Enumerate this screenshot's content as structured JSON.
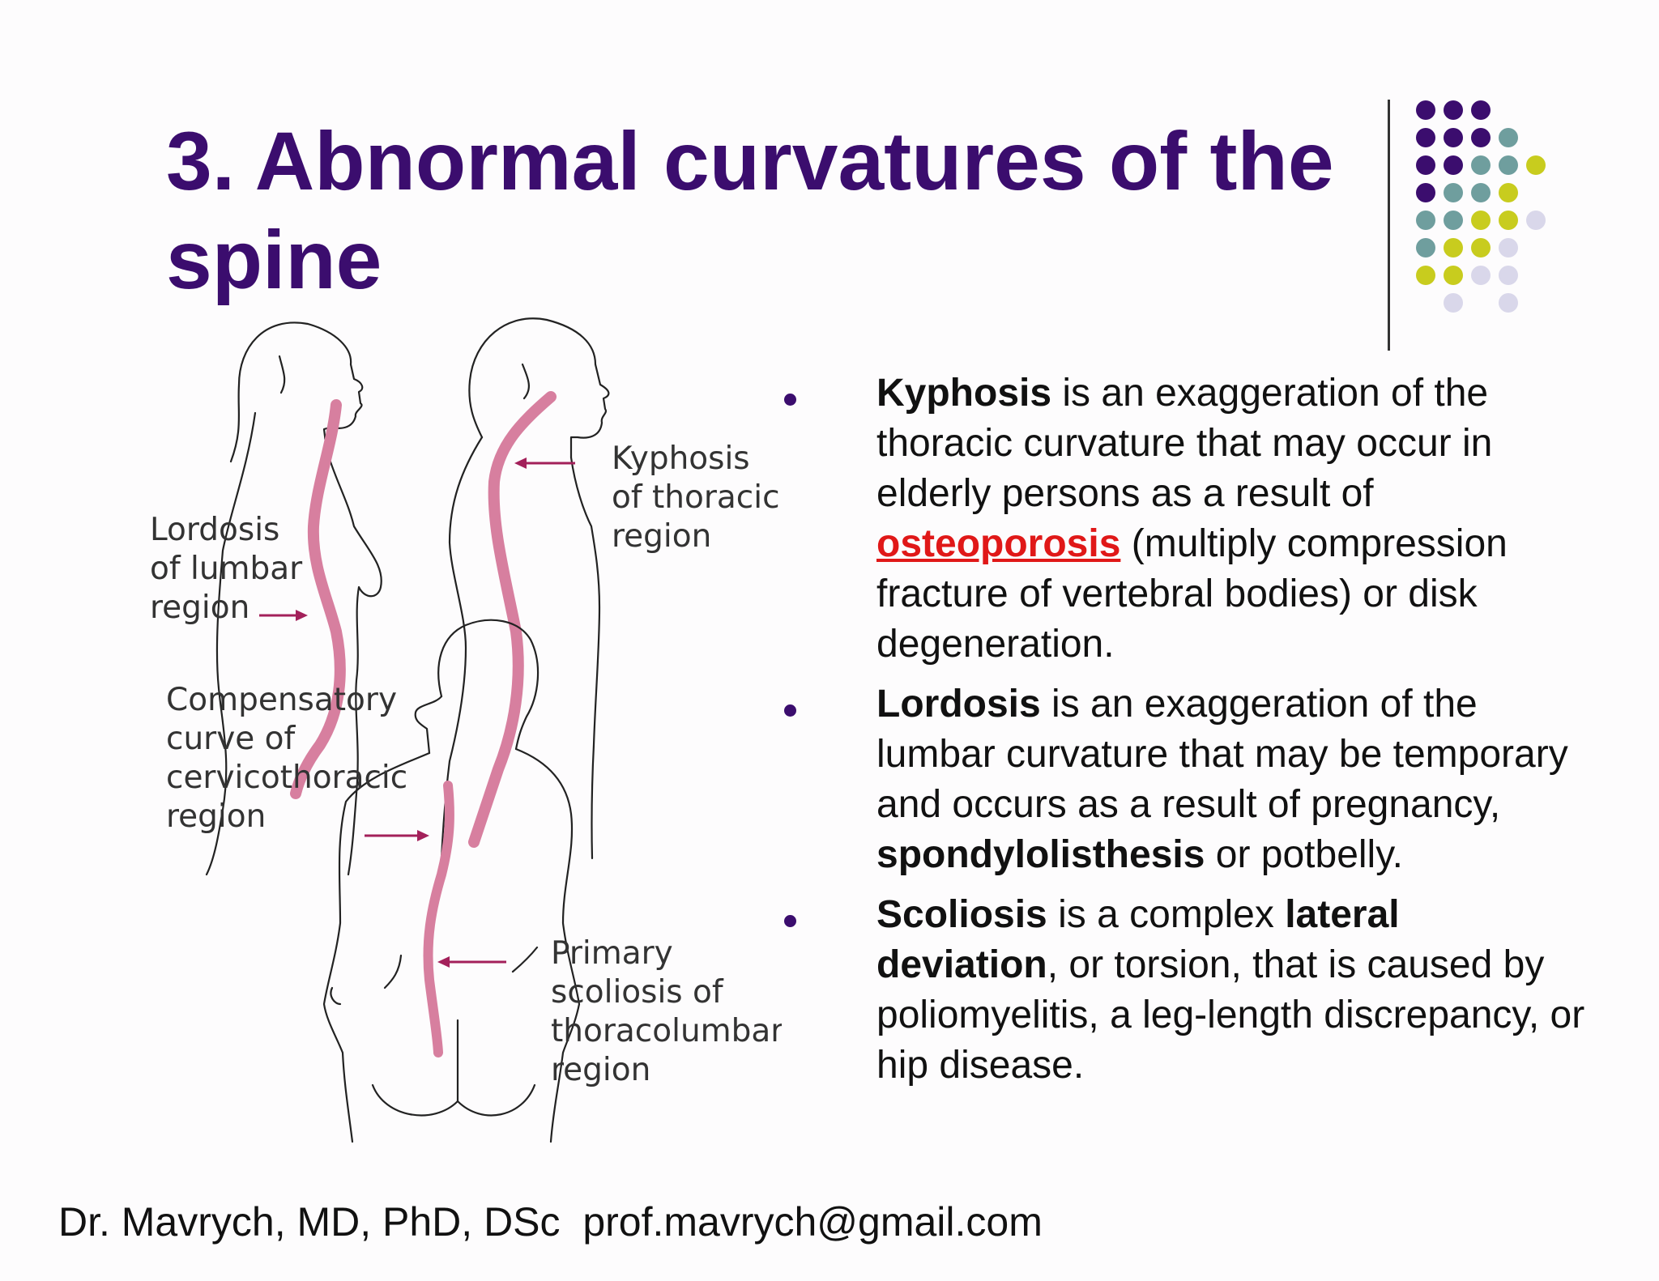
{
  "slide": {
    "title": "3. Abnormal curvatures of the spine",
    "footer": "Dr. Mavrych, MD, PhD, DSc  prof.mavrych@gmail.com"
  },
  "figure": {
    "labels": {
      "lordosis": [
        "Lordosis",
        "of lumbar",
        "region"
      ],
      "kyphosis": [
        "Kyphosis",
        "of thoracic",
        "region"
      ],
      "compensatory": [
        "Compensatory",
        "curve of",
        "cervicothoracic",
        "region"
      ],
      "scoliosis": [
        "Primary",
        "scoliosis of",
        "thoracolumbar",
        "region"
      ]
    }
  },
  "bullets": [
    {
      "term": "Kyphosis",
      "text1": " is an exaggeration of the thoracic curvature that may occur in elderly persons as a result of ",
      "link": "osteoporosis",
      "text2": " (multiply compression fracture of vertebral bodies) or disk degeneration."
    },
    {
      "term": "Lordosis",
      "text1": " is an exaggeration of the lumbar curvature that may be temporary and occurs as a result of pregnancy, ",
      "bold2": "spondylolisthesis",
      "text2": " or potbelly."
    },
    {
      "term": "Scoliosis",
      "text1": " is a complex ",
      "bold2": "lateral deviation",
      "text2": ", or torsion, that is caused by poliomyelitis, a leg-length discrepancy, or hip disease."
    }
  ],
  "decor": {
    "dot_colors": {
      "purple": "#3b0d6e",
      "teal": "#6f9e9e",
      "lime": "#c8cc1e",
      "lavender": "#d9d7ea"
    }
  }
}
